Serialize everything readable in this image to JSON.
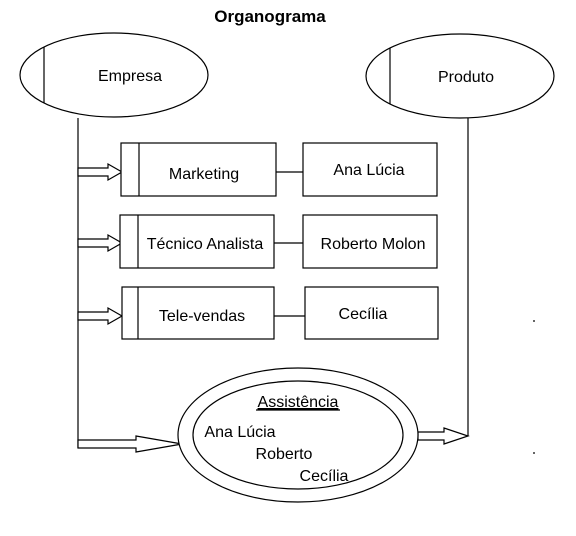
{
  "title": "Organograma",
  "nodes": {
    "empresa": "Empresa",
    "produto": "Produto"
  },
  "departments": [
    {
      "label": "Marketing",
      "person": "Ana Lúcia"
    },
    {
      "label": "Técnico Analista",
      "person": "Roberto Molon"
    },
    {
      "label": "Tele-vendas",
      "person": "Cecília"
    }
  ],
  "assistencia": {
    "label": "Assistência",
    "members": [
      "Ana Lúcia",
      "Roberto",
      "Cecília"
    ]
  }
}
